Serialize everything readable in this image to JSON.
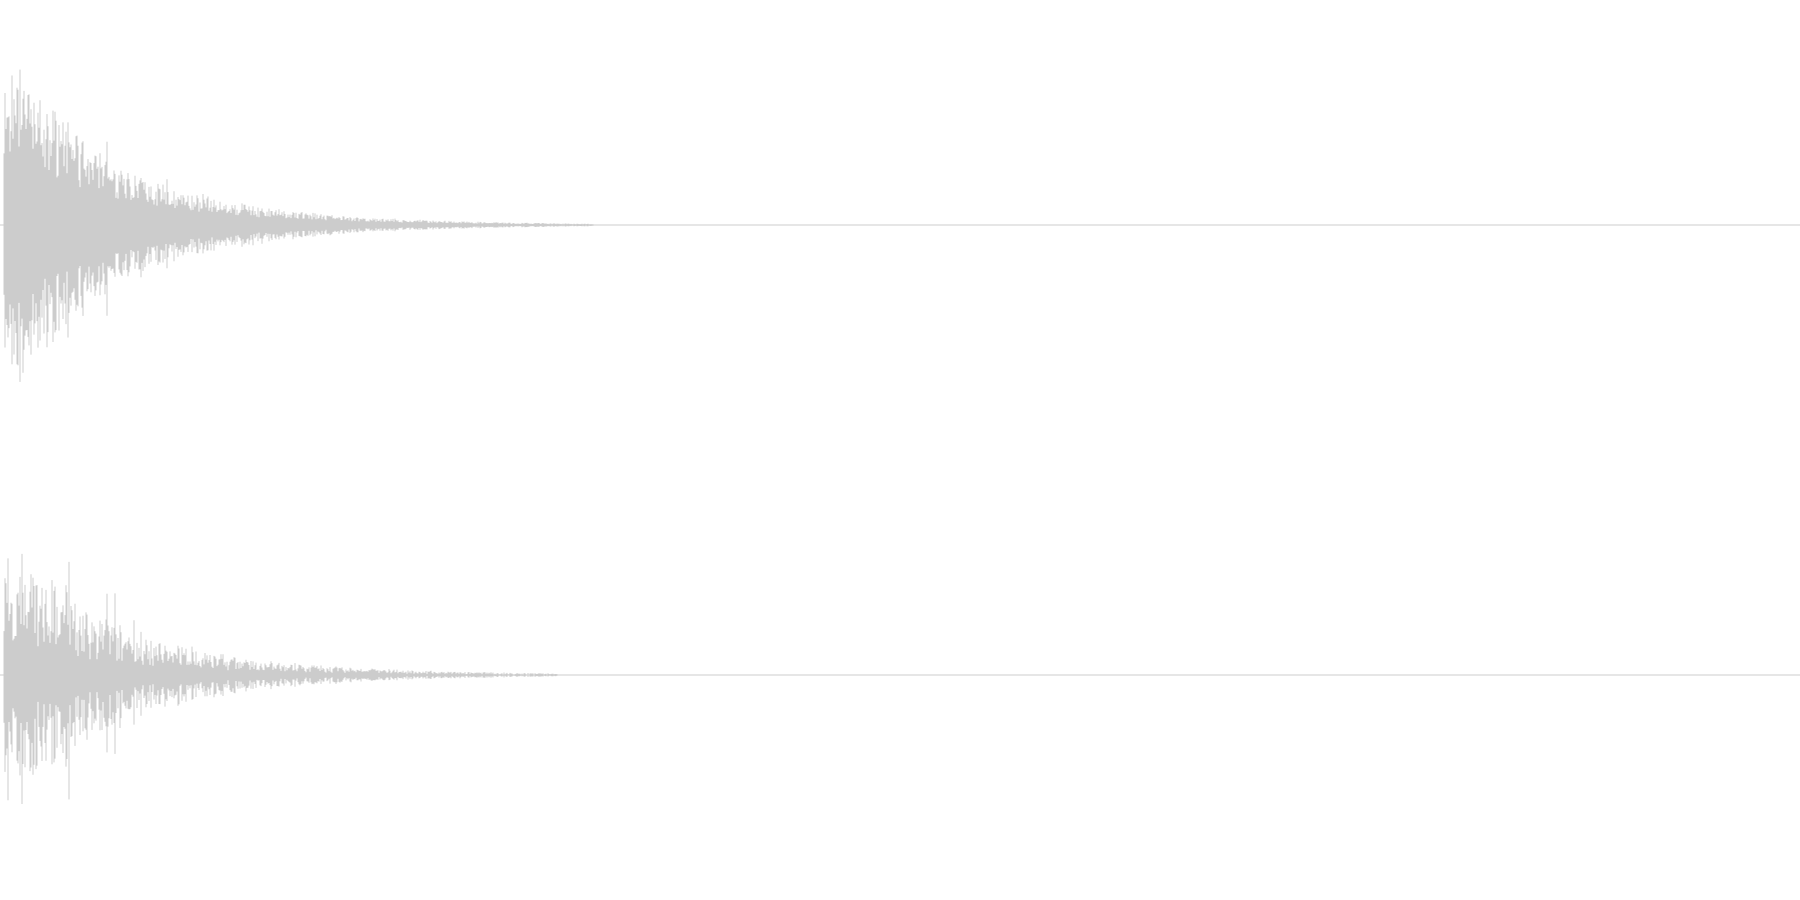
{
  "view": {
    "type": "audio-waveform",
    "channel_count": 2,
    "background_color": "#ffffff",
    "waveform_color": "#cccccc",
    "baseline_color": "#cccccc"
  },
  "channels": [
    {
      "name": "",
      "peak_amplitude": 0.97,
      "decay_rate": 5.0,
      "active_fraction": 0.33,
      "roughness": 0.55,
      "seed": 17
    },
    {
      "name": "",
      "peak_amplitude": 0.78,
      "decay_rate": 4.6,
      "active_fraction": 0.31,
      "roughness": 0.75,
      "seed": 53
    }
  ]
}
